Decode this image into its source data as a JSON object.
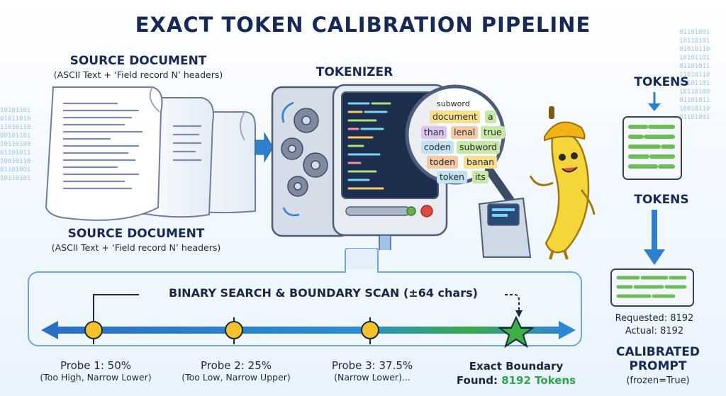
{
  "title": "EXACT TOKEN CALIBRATION PIPELINE",
  "source_top": {
    "heading": "SOURCE DOCUMENT",
    "subtitle": "(ASCII Text + ‘Field record N’ headers)"
  },
  "source_bottom": {
    "heading": "SOURCE DOCUMENT",
    "subtitle": "(ASCII Text + ‘Field record N’ headers)"
  },
  "tokenizer": {
    "label": "TOKENIZER"
  },
  "magnifier": {
    "tokens": [
      {
        "text": "subword",
        "color": "#ffffff"
      },
      {
        "text": "document",
        "color": "#f6e08f"
      },
      {
        "text": "a",
        "color": "#c8e8a8"
      },
      {
        "text": "than",
        "color": "#d8c6ee"
      },
      {
        "text": "lenal",
        "color": "#f7c8a6"
      },
      {
        "text": "true",
        "color": "#c8e8a8"
      },
      {
        "text": "coden",
        "color": "#c2e2f4"
      },
      {
        "text": "subword",
        "color": "#c8e8a8"
      },
      {
        "text": "toden",
        "color": "#f7c8a6"
      },
      {
        "text": "banan",
        "color": "#f6e08f"
      },
      {
        "text": "token",
        "color": "#c2e2f4"
      },
      {
        "text": "its",
        "color": "#c8e8a8"
      }
    ]
  },
  "right_panel": {
    "tokens_top": "TOKENS",
    "tokens_mid": "TOKENS",
    "requested": "Requested: 8192",
    "actual": "Actual: 8192",
    "calibrated_line1": "CALIBRATED",
    "calibrated_line2": "PROMPT",
    "frozen": "(frozen=True)"
  },
  "search": {
    "label": "BINARY SEARCH & BOUNDARY SCAN (±64 chars)",
    "probes": [
      {
        "title": "Probe 1: 50%",
        "note": "(Too High, Narrow Lower)"
      },
      {
        "title": "Probe 2: 25%",
        "note": "(Too Low, Narrow Upper)"
      },
      {
        "title": "Probe 3: 37.5%",
        "note": "(Narrow Lower)..."
      }
    ],
    "result": {
      "line1": "Exact Boundary",
      "found_prefix": "Found: ",
      "found_value": "8192 Tokens"
    }
  },
  "colors": {
    "accent_blue": "#2f7fd0",
    "accent_green": "#2fa34a",
    "star": "#3cb043",
    "probe": "#f6c22a",
    "navy": "#162a55"
  }
}
